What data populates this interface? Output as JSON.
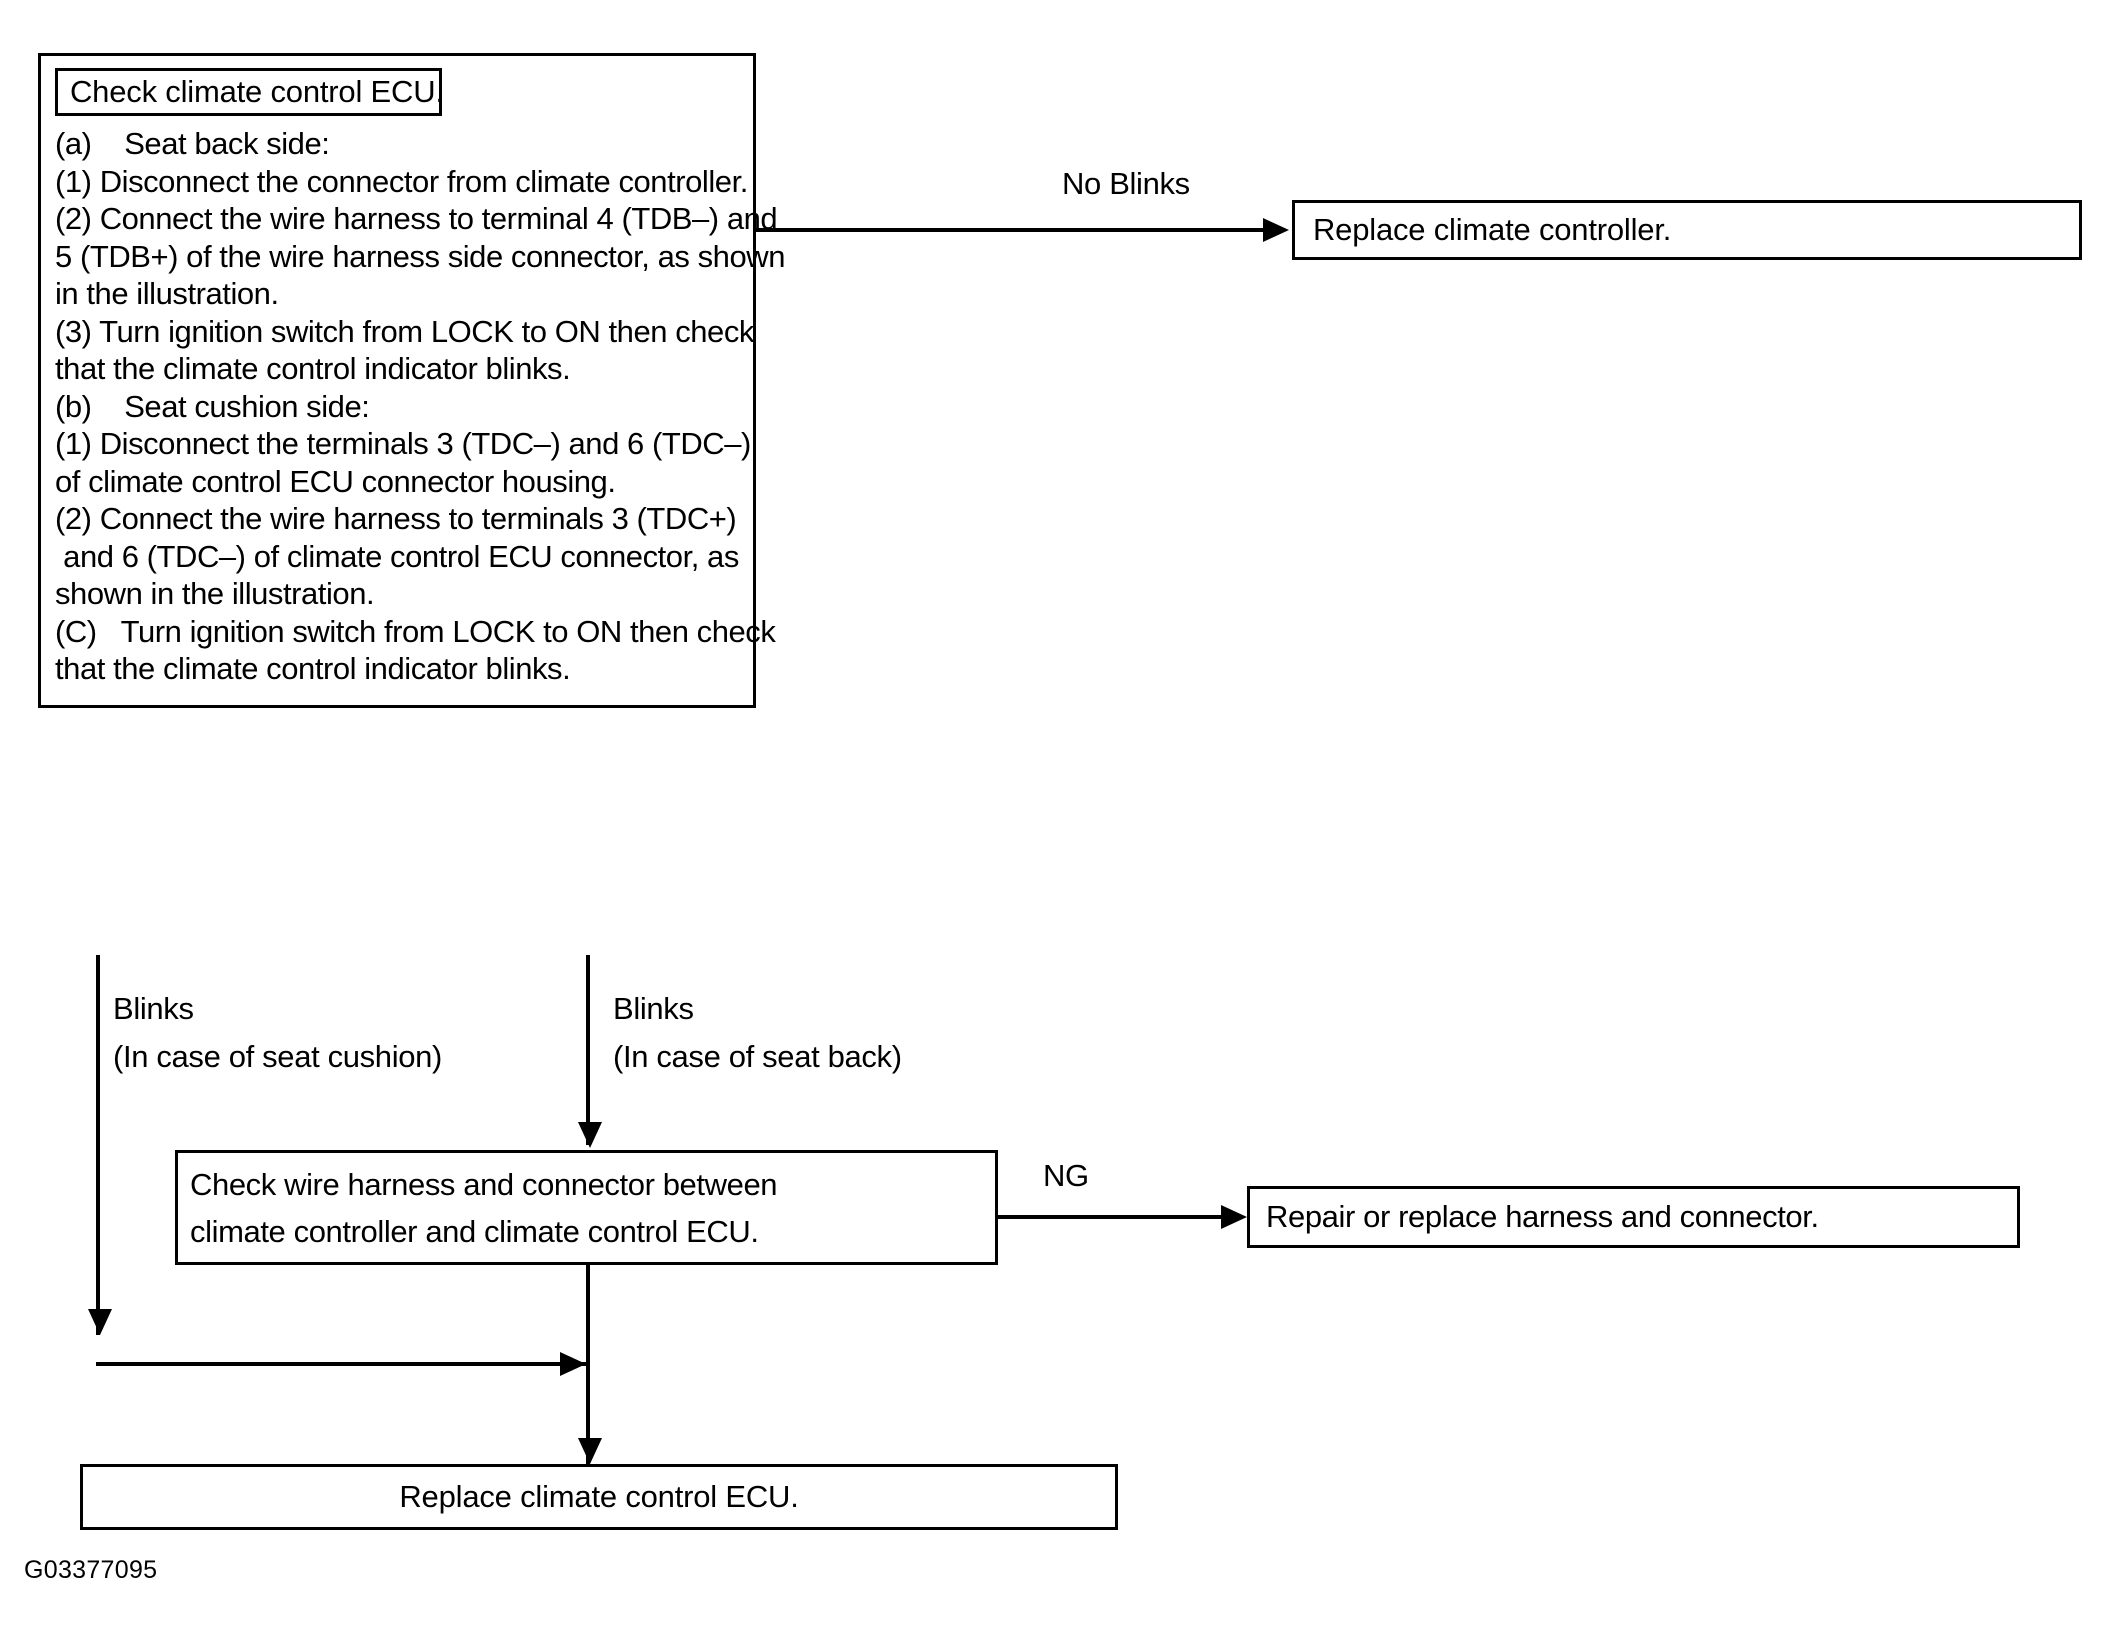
{
  "figure": {
    "code": "G03377095",
    "type": "troubleshooting-flowchart"
  },
  "main_box": {
    "title": "Check climate control ECU.",
    "lines": [
      "(a)    Seat back side:",
      "(1) Disconnect the connector from climate controller.",
      "(2) Connect the wire harness to terminal 4 (TDB–) and",
      "5 (TDB+) of the wire harness side connector, as shown",
      "in the illustration.",
      "(3) Turn ignition switch from LOCK to ON then check",
      "that the climate control indicator blinks.",
      "(b)    Seat cushion side:",
      "(1) Disconnect the terminals 3 (TDC–) and 6 (TDC–)",
      "of climate control ECU connector housing.",
      "(2) Connect the wire harness to terminals 3 (TDC+)",
      " and 6 (TDC–) of climate control ECU connector, as",
      "shown in the illustration.",
      "(C)   Turn ignition switch from LOCK to ON then check",
      "that the climate control indicator blinks."
    ]
  },
  "boxes": {
    "replace_controller": "Replace climate controller.",
    "check_harness_line1": "Check wire harness and connector between",
    "check_harness_line2": "climate controller and climate control ECU.",
    "repair_harness": "Repair or replace harness and connector.",
    "replace_ecu": "Replace climate control ECU."
  },
  "labels": {
    "no_blinks": "No Blinks",
    "blinks_cushion_line1": "Blinks",
    "blinks_cushion_line2": "(In case of seat cushion)",
    "blinks_back_line1": "Blinks",
    "blinks_back_line2": "(In case of seat back)",
    "ng": "NG"
  },
  "colors": {
    "ink": "#000000",
    "paper": "#ffffff"
  }
}
